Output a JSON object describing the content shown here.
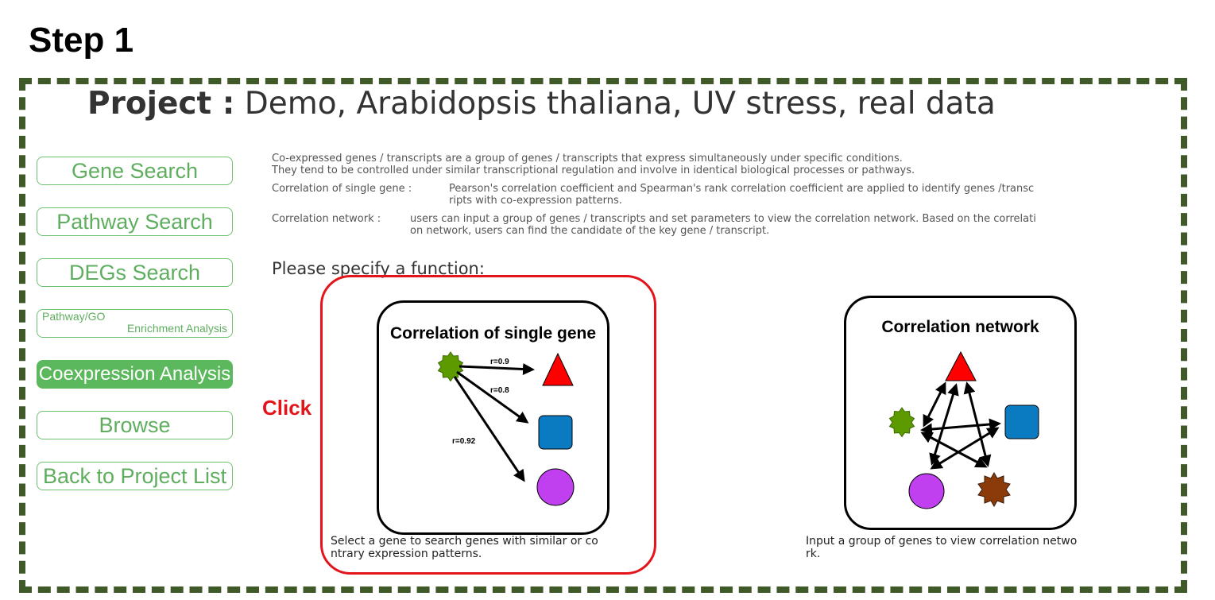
{
  "step_title": "Step 1",
  "project": {
    "label": "Project :",
    "name": "Demo, Arabidopsis thaliana, UV stress, real data"
  },
  "sidebar": {
    "gene_search": "Gene Search",
    "pathway_search": "Pathway Search",
    "degs_search": "DEGs Search",
    "enrichment_line1": "Pathway/GO",
    "enrichment_line2": "Enrichment Analysis",
    "coexpression": "Coexpression Analysis",
    "browse": "Browse",
    "back": "Back to Project List"
  },
  "description": {
    "line1": "Co-expressed genes / transcripts are a group of genes / transcripts that express simultaneously under specific conditions.",
    "line2": "They tend to be controlled under similar transcriptional regulation and involve in identical biological processes or pathways.",
    "single_gene_label": "Correlation of single gene :",
    "single_gene_text1": "Pearson's correlation coefficient and Spearman's rank correlation coefficient are applied to identify genes /transc",
    "single_gene_text2": "ripts with co-expression patterns.",
    "network_label": "Correlation network :",
    "network_text1": "users can input a group of genes / transcripts and set parameters to view the correlation network. Based on the correlati",
    "network_text2": "on network, users can find the candidate of the key gene / transcript."
  },
  "prompt": "Please specify a function:",
  "cards": {
    "single": {
      "title": "Correlation of single gene",
      "r1": "r=0.9",
      "r2": "r=0.8",
      "r3": "r=0.92",
      "caption_line1": "Select a gene to search genes with similar or co",
      "caption_line2": "ntrary expression patterns."
    },
    "network": {
      "title": "Correlation network",
      "caption_line1": "Input a group of genes to view correlation netwo",
      "caption_line2": "rk."
    }
  },
  "annotation": {
    "click": "Click"
  },
  "colors": {
    "frame_border": "#3f5a28",
    "sidebar_green": "#5cb85c",
    "highlight_red": "#e4141b",
    "triangle_red": "#ff0000",
    "square_blue": "#0a7bc1",
    "circle_purple": "#c040f0",
    "star_green": "#5c9a00",
    "star_brown": "#8b3a0a"
  }
}
